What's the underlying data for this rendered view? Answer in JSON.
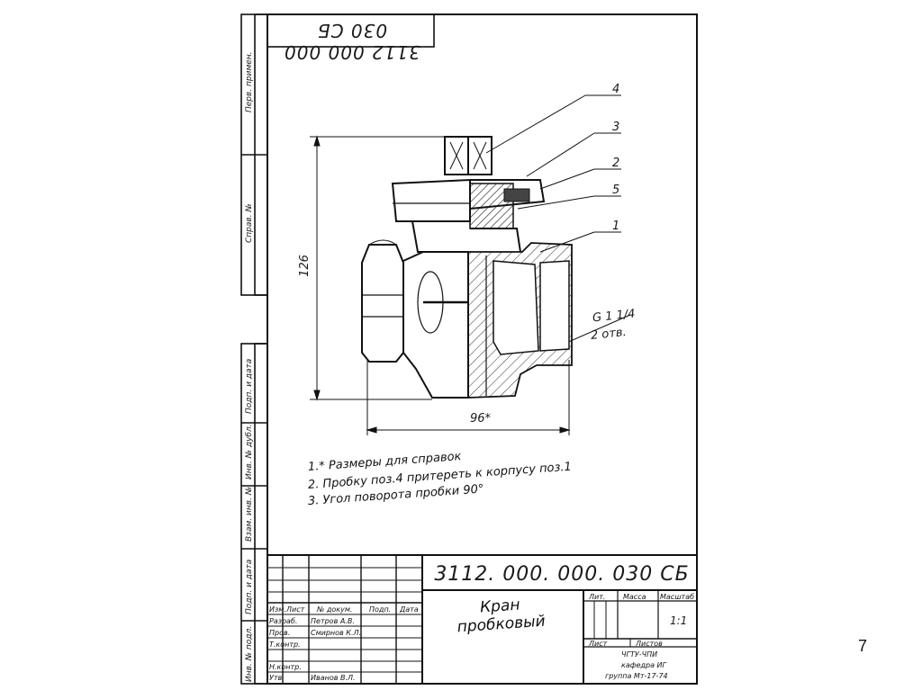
{
  "page_number": "7",
  "top_code": "3112 000 000 030 СБ",
  "side_labels": {
    "perv_primen": "Перв. примен.",
    "sprav_no": "Справ. №",
    "podp_data_1": "Подп. и дата",
    "inv_dubl": "Инв. № дубл.",
    "vzam_inv": "Взам. инв. №",
    "podp_data_2": "Подп. и дата",
    "inv_podl": "Инв. № подл."
  },
  "callouts": [
    "4",
    "3",
    "2",
    "5",
    "1"
  ],
  "dimensions": {
    "height": "126",
    "width": "96*",
    "thread": "G 1 1/4",
    "thread_note": "2 отв."
  },
  "notes": [
    "1.* Размеры для справок",
    "2. Пробку поз.4 притереть к корпусу поз.1",
    "3. Угол поворота пробки 90°"
  ],
  "title_block": {
    "code": "3112. 000. 000. 030 СБ",
    "name_line1": "Кран",
    "name_line2": "пробковый",
    "headers": {
      "izm": "Изм.",
      "list": "Лист",
      "doc_no": "№ докум.",
      "podp": "Подп.",
      "data": "Дата",
      "lit": "Лит.",
      "massa": "Масса",
      "masshtab": "Масштаб",
      "list2": "Лист",
      "listov": "Листов"
    },
    "rows": [
      {
        "role": "Разраб.",
        "name": "Петров А.В."
      },
      {
        "role": "Пров.",
        "name": "Смирнов К.Л."
      },
      {
        "role": "Т.контр.",
        "name": ""
      },
      {
        "role": "Н.контр.",
        "name": ""
      },
      {
        "role": "Утв.",
        "name": "Иванов В.Л."
      }
    ],
    "scale": "1:1",
    "org_line1": "ЧГТУ-ЧПИ",
    "org_line2": "кафедра ИГ",
    "org_line3": "группа Мт-17-74"
  }
}
